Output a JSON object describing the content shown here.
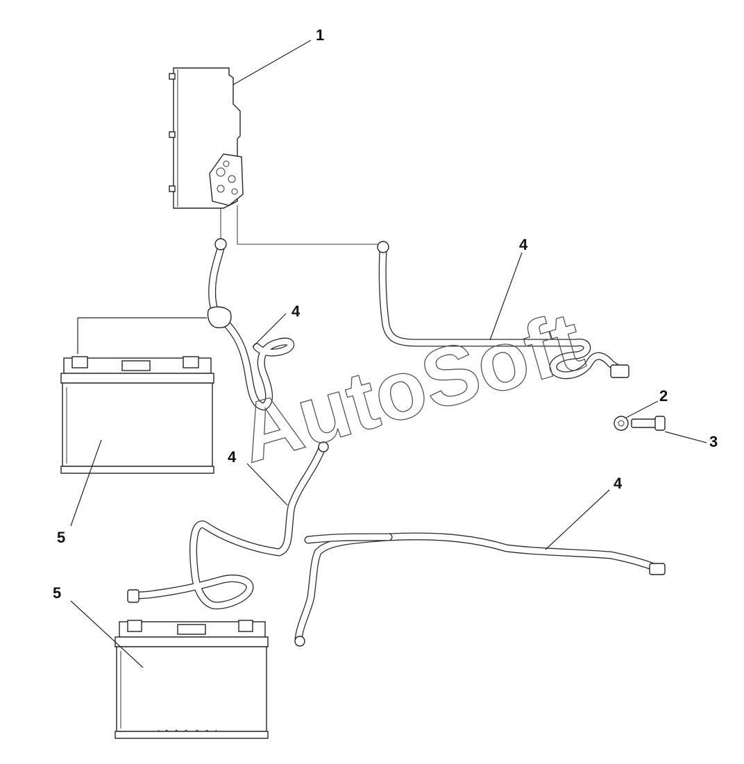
{
  "callouts": {
    "c1": "1",
    "c2": "2",
    "c3": "3",
    "c4a": "4",
    "c4b": "4",
    "c4c": "4",
    "c4d": "4",
    "c5a": "5",
    "c5b": "5"
  },
  "watermark": "AutoSoft",
  "colors": {
    "line": "#222222",
    "background": "#ffffff"
  }
}
